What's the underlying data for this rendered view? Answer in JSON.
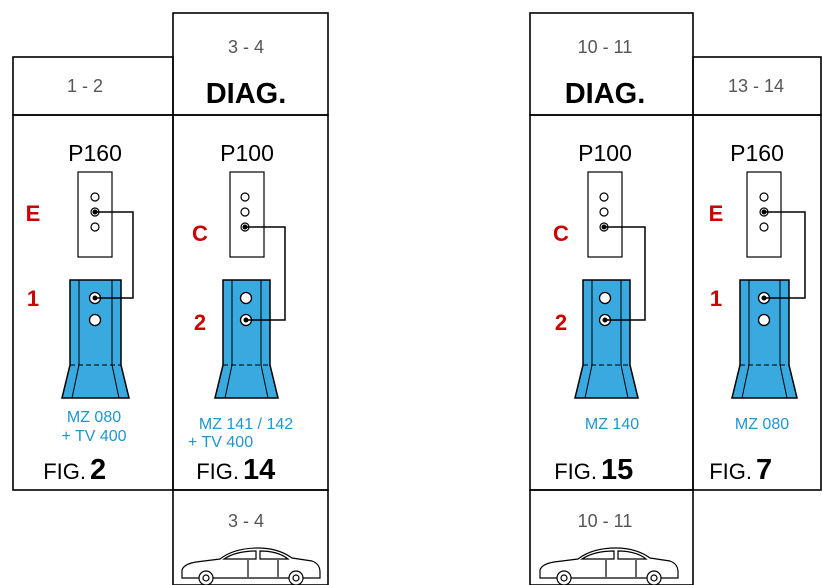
{
  "columns": [
    {
      "range_top": "1 - 2",
      "diag": "",
      "plug": "P160",
      "pin_letter": "E",
      "slot": "1",
      "part": [
        "MZ 080",
        "+ TV 400"
      ],
      "fig_word": "FIG.",
      "fig_num": "2",
      "range_bottom": ""
    },
    {
      "range_top": "3 - 4",
      "diag": "DIAG.",
      "plug": "P100",
      "pin_letter": "C",
      "slot": "2",
      "part": [
        "MZ 141 / 142",
        "+ TV 400"
      ],
      "fig_word": "FIG.",
      "fig_num": "14",
      "range_bottom": "3 - 4"
    },
    {
      "range_top": "10 - 11",
      "diag": "DIAG.",
      "plug": "P100",
      "pin_letter": "C",
      "slot": "2",
      "part": [
        "MZ 140"
      ],
      "fig_word": "FIG.",
      "fig_num": "15",
      "range_bottom": "10 - 11"
    },
    {
      "range_top": "13 - 14",
      "diag": "",
      "plug": "P160",
      "pin_letter": "E",
      "slot": "1",
      "part": [
        "MZ 080"
      ],
      "fig_word": "FIG.",
      "fig_num": "7",
      "range_bottom": ""
    }
  ],
  "colors": {
    "bracket": "#39a9e0",
    "red_label": "#cc0000",
    "part_text": "#1e96d2"
  },
  "icons": [
    "car-icon"
  ]
}
